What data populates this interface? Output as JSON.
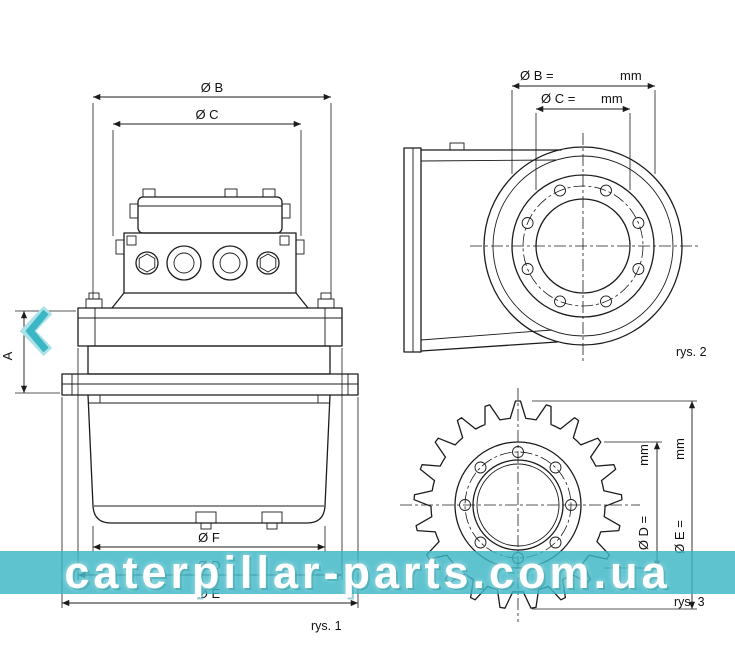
{
  "fig1": {
    "caption": "rys. 1",
    "dim_b": "Ø B",
    "dim_c": "Ø C",
    "dim_a": "A",
    "dim_f": "Ø F",
    "dim_d": "Ø D",
    "dim_e": "Ø E"
  },
  "fig2": {
    "caption": "rys. 2",
    "dim_b_label": "Ø B =",
    "dim_b_unit": "mm",
    "dim_c_label": "Ø C =",
    "dim_c_unit": "mm"
  },
  "fig3": {
    "caption": "rys. 3",
    "dim_d_label": "Ø D =",
    "dim_d_unit": "mm",
    "dim_e_label": "Ø E =",
    "dim_e_unit": "mm"
  },
  "watermark": {
    "text": "caterpillar-parts.com.ua"
  },
  "colors": {
    "line": "#1c1c1c",
    "accent_teal": "#3ab6c5",
    "watermark_text": "#ffffff"
  }
}
